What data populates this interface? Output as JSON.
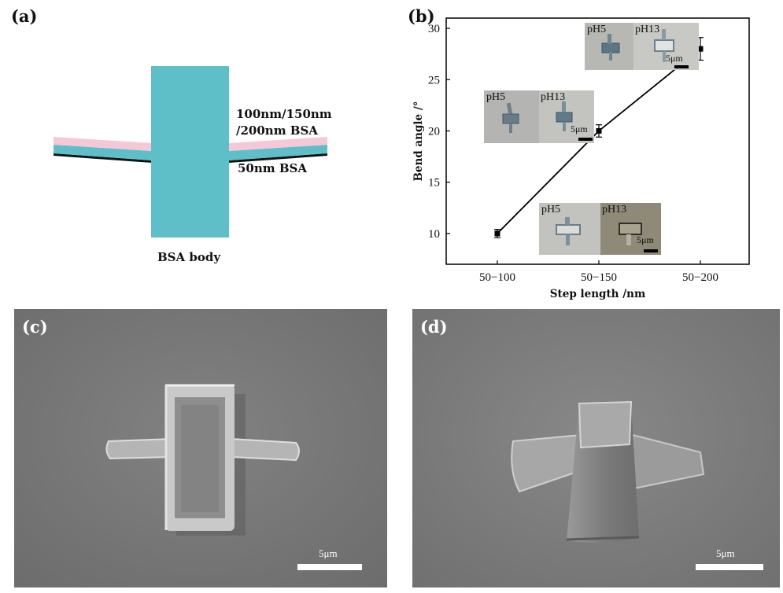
{
  "panel_a": {
    "label": "(a)",
    "top_layer_label_line1": "100nm/150nm",
    "top_layer_label_line2": "/200nm BSA",
    "bottom_layer_label": "50nm BSA",
    "body_label": "BSA body",
    "colors": {
      "body": "#5fbfc9",
      "top_layer": "#f4c8d6",
      "bottom_layer": "#111111"
    }
  },
  "panel_b": {
    "label": "(b)",
    "insets": [
      {
        "left": "pH5",
        "right": "pH13",
        "scale": "5μm"
      },
      {
        "left": "pH5",
        "right": "pH13",
        "scale": "5μm"
      },
      {
        "left": "pH5",
        "right": "pH13",
        "scale": "5μm"
      }
    ]
  },
  "panel_c": {
    "label": "(c)",
    "scale": "5μm"
  },
  "panel_d": {
    "label": "(d)",
    "scale": "5μm"
  },
  "chart_data": {
    "type": "line",
    "categories": [
      "50-100",
      "50-150",
      "50-200"
    ],
    "values": [
      10,
      20,
      28
    ],
    "errors": [
      0.4,
      0.6,
      1.1
    ],
    "xlabel": "Step length /nm",
    "ylabel": "Bend angle /°",
    "ylim": [
      7,
      31
    ],
    "yticks": [
      10,
      15,
      20,
      25,
      30
    ],
    "grid": false,
    "line_color": "#000000"
  }
}
